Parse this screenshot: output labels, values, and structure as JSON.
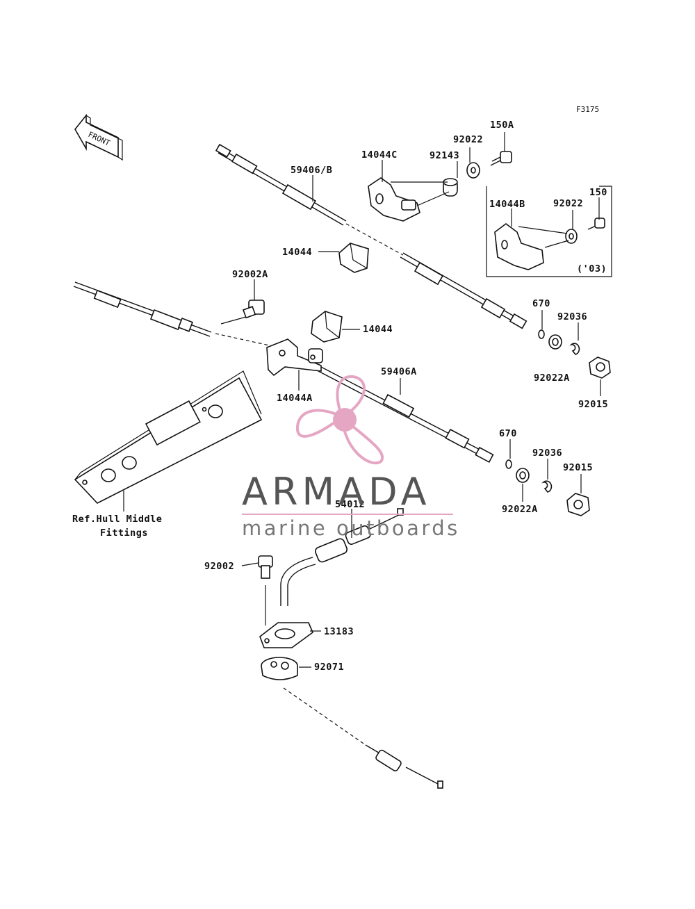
{
  "figure_code": "F3175",
  "front_label": "FRONT",
  "ref_label_line1": "Ref.Hull Middle",
  "ref_label_line2": "Fittings",
  "inset_note": "('03)",
  "part_numbers": {
    "p59406B": "59406/B",
    "p14044C": "14044C",
    "p92143": "92143",
    "p92022_top": "92022",
    "p150A": "150A",
    "p14044B": "14044B",
    "p92022_inset": "92022",
    "p150": "150",
    "p14044_upper": "14044",
    "p92002A": "92002A",
    "p14044_mid": "14044",
    "p670_a": "670",
    "p92036_a": "92036",
    "p92022A_a": "92022A",
    "p92015_a": "92015",
    "p14044A": "14044A",
    "p59406A": "59406A",
    "p670_b": "670",
    "p92036_b": "92036",
    "p92015_b": "92015",
    "p92022A_b": "92022A",
    "p54012": "54012",
    "p92002": "92002",
    "p13183": "13183",
    "p92071": "92071"
  },
  "watermark": {
    "title": "ARMADA",
    "subtitle": "marine outboards",
    "color": "#e5a6c4"
  }
}
